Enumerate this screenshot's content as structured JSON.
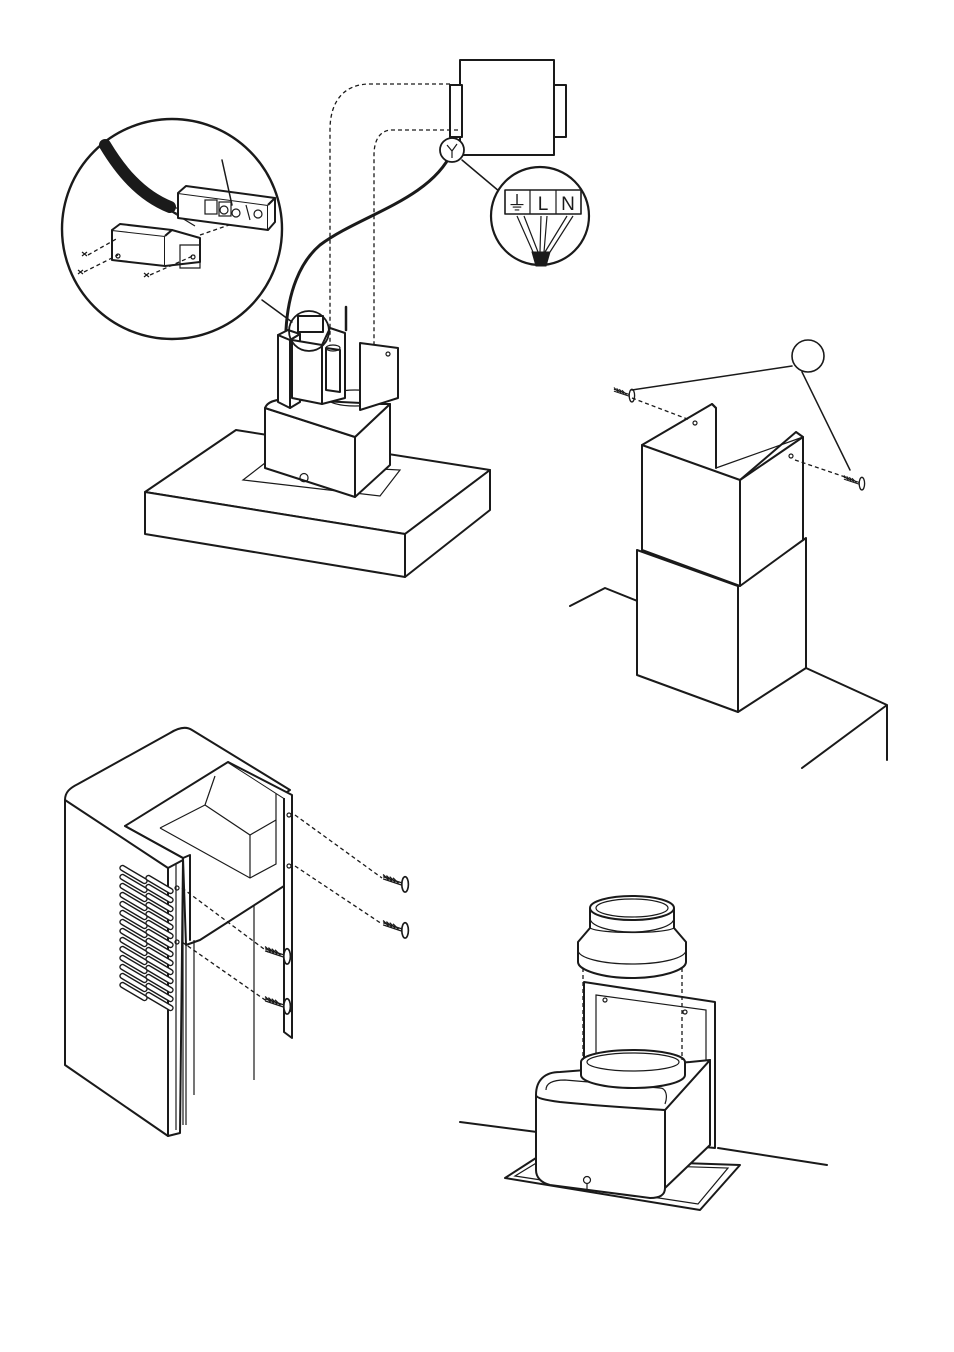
{
  "terminal_labels": {
    "earth": "⏚",
    "live": "L",
    "neutral": "N"
  },
  "figures": [
    {
      "id": "wiring",
      "icon": "electrical-connection-icon"
    },
    {
      "id": "chimney",
      "icon": "chimney-cover-icon"
    },
    {
      "id": "bracket",
      "icon": "wall-bracket-icon"
    },
    {
      "id": "flange",
      "icon": "duct-flange-icon"
    }
  ],
  "colors": {
    "line": "#1a1a1a",
    "background": "#ffffff"
  }
}
